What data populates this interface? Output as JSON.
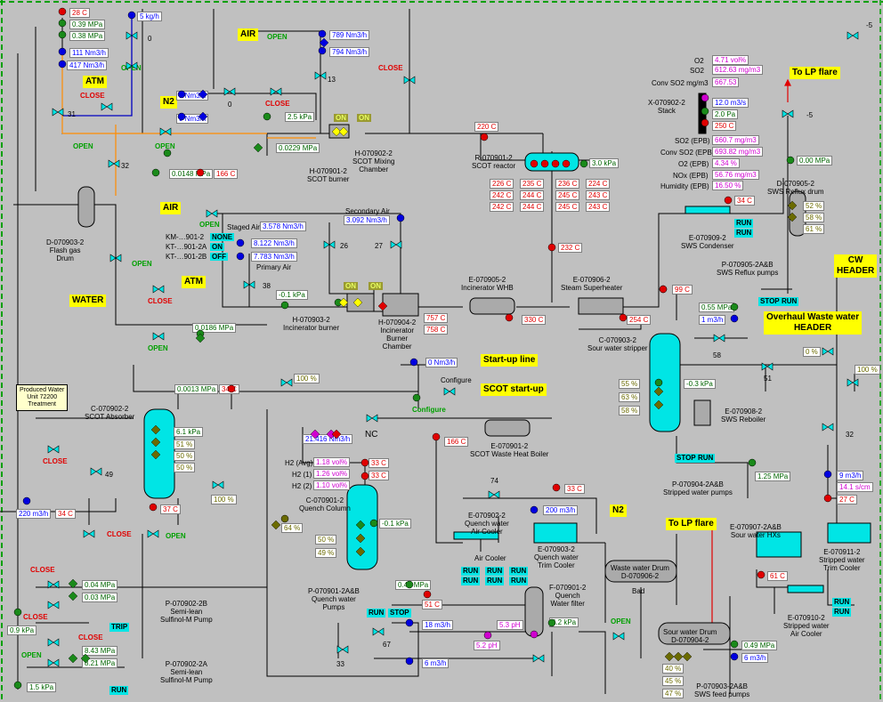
{
  "colors": {
    "background": "#c0c0c0",
    "flow_blue": "#0000ff",
    "temp_red": "#e00000",
    "pressure_green": "#006400",
    "pct_olive": "#6b6b00",
    "analyzer_magenta": "#d000d0",
    "running_cyan": "#00e5e5",
    "highlight_yellow": "#ffff00"
  },
  "banners": {
    "air_top": "AIR",
    "atm_left": "ATM",
    "n2_left": "N2",
    "air_mid": "AIR",
    "atm_mid": "ATM",
    "water": "WATER",
    "to_lp_flare_top": "To LP flare",
    "cw_header": "CW\nHEADER",
    "overhaul": "Overhaul Waste water\nHEADER",
    "startup_line": "Start-up line",
    "scot_startup": "SCOT start-up",
    "n2_right": "N2",
    "to_lp_flare_mid": "To LP flare"
  },
  "equipment": {
    "scot_mixing": "H-070902-2\nSCOT Mixing\nChamber",
    "scot_burner": "H-070901-2\nSCOT burner",
    "flash_drum": "D-070903-2\nFlash gas\nDrum",
    "scot_reactor": "R-070901-2\nSCOT reactor",
    "stack": "X-070902-2\nStack",
    "sws_reflux_drum": "D-070905-2\nSWS Reflux drum",
    "sws_condenser": "E-070909-2\nSWS Condenser",
    "sws_reflux_pumps": "P-070905-2A&B\nSWS Reflux pumps",
    "inc_whb": "E-070905-2\nIncinerator WHB",
    "steam_super": "E-070906-2\nSteam Superheater",
    "inc_burner": "H-070903-2\nIncinerator burner",
    "inc_burner_chamber": "H-070904-2\nIncinerator\nBurner\nChamber",
    "sour_stripper": "C-070903-2\nSour water stripper",
    "sws_reboiler": "E-070908-2\nSWS Reboiler",
    "scot_absorber": "C-070902-2\nSCOT Absorber",
    "produced_water": "Produced Water\nUnit 72200\nTreatment",
    "scot_whb": "E-070901-2\nSCOT Waste Heat Boiler",
    "stripped_pumps": "P-070904-2A&B\nStripped water pumps",
    "quench_column": "C-070901-2\nQuench Column",
    "quench_water_cooler": "E-070902-2\nQuench water\nAir Cooler",
    "quench_trim": "E-070903-2\nQuench water\nTrim Cooler",
    "quench_filter": "F-070901-2\nQuench\nWater filter",
    "quench_pumps": "P-070901-2A&B\nQuench water\nPumps",
    "waste_drum": "Waste water Drum\nD-070906-2",
    "sour_drum": "Sour water Drum\nD-070904-2",
    "sws_feed_pumps": "P-070903-2A&B\nSWS feed pumps",
    "sour_hxs": "E-070907-2A&B\nSour water HXs",
    "stripped_trim": "E-070911-2\nStripped water\nTrim Cooler",
    "stripped_air": "E-070910-2\nStripped water\nAir Cooler",
    "semi_lean_2b": "P-070902-2B\nSemi-lean\nSulfinol-M Pump",
    "semi_lean_2a": "P-070902-2A\nSemi-lean\nSulfinol-M Pump"
  },
  "labels": {
    "staged_air": "Staged Air:",
    "staged_air_val": "3.578 Nm3/h",
    "secondary_air": "Secondary Air",
    "secondary_air_val": "3.092 Nm3/h",
    "primary_air": "Primary Air",
    "km": "KM-…901-2",
    "kt_a": "KT-…901-2A",
    "kt_b": "KT-…901-2B",
    "nc": "NC",
    "air_cooler": "Air Cooler",
    "conv_so2": "Conv SO2 mg/m3",
    "o2": "O2",
    "so2": "SO2",
    "h2_avg": "H2 (Avg)",
    "h2_1": "H2 (1)",
    "h2_2": "H2 (2)",
    "so2_epb": "SO2 (EPB)",
    "conv_so2_epb": "Conv SO2 (EPB)",
    "o2_epb": "O2 (EPB)",
    "nox_epb": "NOx (EPB)",
    "humidity_epb": "Humidity (EPB)",
    "configure1": "Configure",
    "configure2": "Configure",
    "bad": "Bad"
  },
  "statuses": {
    "open": "OPEN",
    "close": "CLOSE",
    "on": "ON",
    "off": "OFF",
    "none": "NONE",
    "run": "RUN",
    "stop": "STOP",
    "trip": "TRIP"
  },
  "values": {
    "t28": "28 C",
    "p039": "0.39 MPa",
    "p038": "0.38 MPa",
    "f111": "111 Nm3/h",
    "f417": "417 Nm3/h",
    "f5kg": "5 kg/h",
    "f789": "789 Nm3/h",
    "f794": "794 Nm3/h",
    "f0nm": "0 Nm3/h",
    "f9nm": "9 Nm3/h",
    "p25kpa": "2.5 kPa",
    "p00229": "0.0229 MPa",
    "p00148": "0.0148 MPa",
    "t166a": "166 C",
    "t220": "220 C",
    "p30kpa": "3.0 kPa",
    "r226": "226 C",
    "r242a": "242 C",
    "r242b": "242 C",
    "r235": "235 C",
    "r244a": "244 C",
    "r244b": "244 C",
    "r236": "236 C",
    "r245a": "245 C",
    "r245b": "245 C",
    "r224": "224 C",
    "r243a": "243 C",
    "r243b": "243 C",
    "t232": "232 C",
    "f8122": "8.122 Nm3/h",
    "f7783": "7.783 Nm3/h",
    "p01kpa": "-0.1 kPa",
    "p00186": "0.0186 MPa",
    "t757": "757 C",
    "t758": "758 C",
    "t330": "330 C",
    "t254": "254 C",
    "t99": "99 C",
    "o2v": "4.71 vol%",
    "so2v": "612.63 mg/m3",
    "convso2v": "667.53",
    "stack_f": "12.0 m3/s",
    "stack_p": "2.0 Pa",
    "stack_t": "250 C",
    "so2epb": "660.7 mg/m3",
    "convso2epb": "693.82 mg/m3",
    "o2epb": "4.34 %",
    "noxepb": "56.76 mg/m3",
    "humepb": "16.50 %",
    "p000mpa": "0.00 MPa",
    "t34a": "34 C",
    "pct52": "52 %",
    "pct58": "58 %",
    "pct61": "61 %",
    "p055mpa": "0.55 MPa",
    "f1m3h": "1 m3/h",
    "neg5": "-5",
    "pct0": "0 %",
    "pct100a": "100 %",
    "p00013": "0.0013 MPa",
    "t34b": "34 C",
    "pct100b": "100 %",
    "f0nm3h": "0 Nm3/h",
    "pct55": "55 %",
    "pct63": "63 %",
    "pct58b": "58 %",
    "p03kpa": "-0.3 kPa",
    "abs_p": "6.1 kPa",
    "abs51": "51 %",
    "abs50a": "50 %",
    "abs50b": "50 %",
    "f21416": "21.416 Nm3/h",
    "h2avg": "1.18 vol%",
    "h21": "1.26 vol%",
    "h22": "1.10 vol%",
    "t33a": "33 C",
    "t33b": "33 C",
    "t166b": "166 C",
    "f125": "1.25 MPa",
    "f220": "220 m3/h",
    "t34c": "34 C",
    "t37": "37 C",
    "pct100c": "100 %",
    "qc_p": "-0.1 kPa",
    "qc_50": "50 %",
    "qc_49": "49 %",
    "pct64": "64 %",
    "f200": "200 m3/h",
    "t33c": "33 C",
    "f9m3h": "9 m3/h",
    "ph141": "14.1",
    "ph141u": "s/cm",
    "t27": "27 C",
    "t61": "61 C",
    "p049a": "0.49 MPa",
    "t51": "51 C",
    "p42kpa": "4.2 kPa",
    "f18m3h": "18 m3/h",
    "ph53": "5.3 pH",
    "ph52": "5.2 pH",
    "f6m3h": "6 m3/h",
    "f6m3hb": "6 m3/h",
    "p049b": "0.49 MPa",
    "pct40": "40 %",
    "pct45": "45 %",
    "pct47": "47 %",
    "p004": "0.04 MPa",
    "p003": "0.03 MPa",
    "p09": "0.9 kPa",
    "p843": "8.43 MPa",
    "p821": "8.21 MPa",
    "p15": "1.5 kPa",
    "v0a": "0",
    "v0b": "0",
    "v13": "13",
    "v31": "31",
    "v32": "32",
    "v26": "26",
    "v27": "27",
    "v38": "38",
    "v58": "58",
    "v51": "51",
    "v49": "49",
    "v74": "74",
    "v67": "67",
    "v33": "33",
    "v32b": "32",
    "vneg5b": "-5"
  }
}
